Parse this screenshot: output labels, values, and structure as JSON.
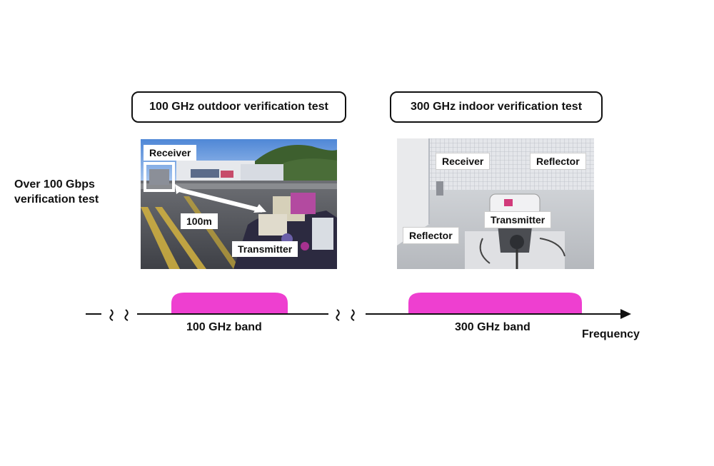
{
  "side_label": {
    "line1": "Over 100 Gbps",
    "line2": "verification test"
  },
  "panels": {
    "outdoor": {
      "title": "100 GHz outdoor verification test",
      "receiver": "Receiver",
      "distance": "100m",
      "transmitter": "Transmitter"
    },
    "indoor": {
      "title": "300 GHz indoor verification test",
      "receiver": "Receiver",
      "reflector_top": "Reflector",
      "transmitter": "Transmitter",
      "reflector_left": "Reflector"
    }
  },
  "axis": {
    "band1": "100 GHz band",
    "band2": "300 GHz band",
    "label": "Frequency"
  },
  "colors": {
    "band": "#ee3fd0",
    "ink": "#111111"
  }
}
